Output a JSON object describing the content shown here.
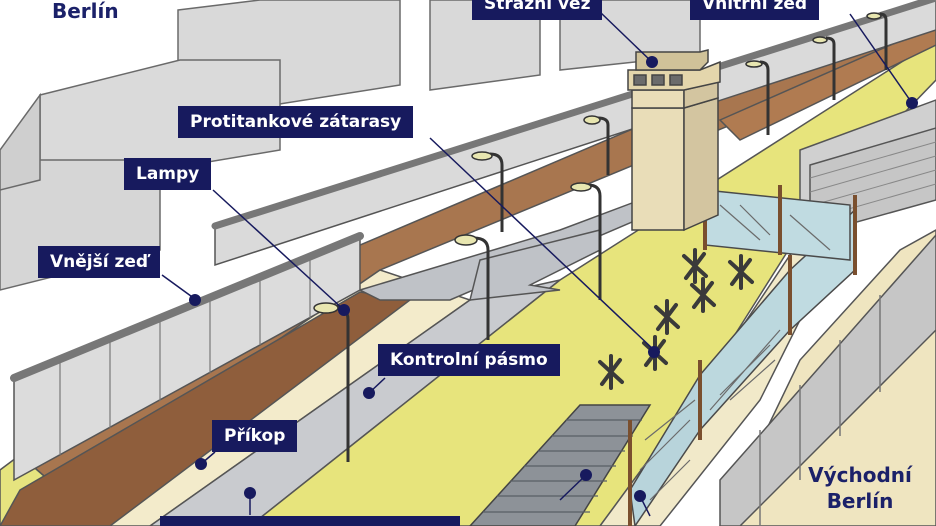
{
  "cities": {
    "west": "Berlín",
    "east": "Východní Berlín"
  },
  "labels": {
    "watchtower": "Strážní věž",
    "inner_wall": "Vnitřní zeď",
    "tank_traps": "Protitankové zátarasy",
    "lamps": "Lampy",
    "outer_wall": "Vnější zeď",
    "control_strip": "Kontrolní pásmo",
    "ditch": "Příkop"
  },
  "colors": {
    "label_bg": "#171a5e",
    "city_text": "#1b2169",
    "sand": "#f1e9c9",
    "grass": "#e6e47f",
    "road": "#b8bcc4",
    "dirt": "#9b6a45",
    "wall": "#d8d8d8"
  }
}
